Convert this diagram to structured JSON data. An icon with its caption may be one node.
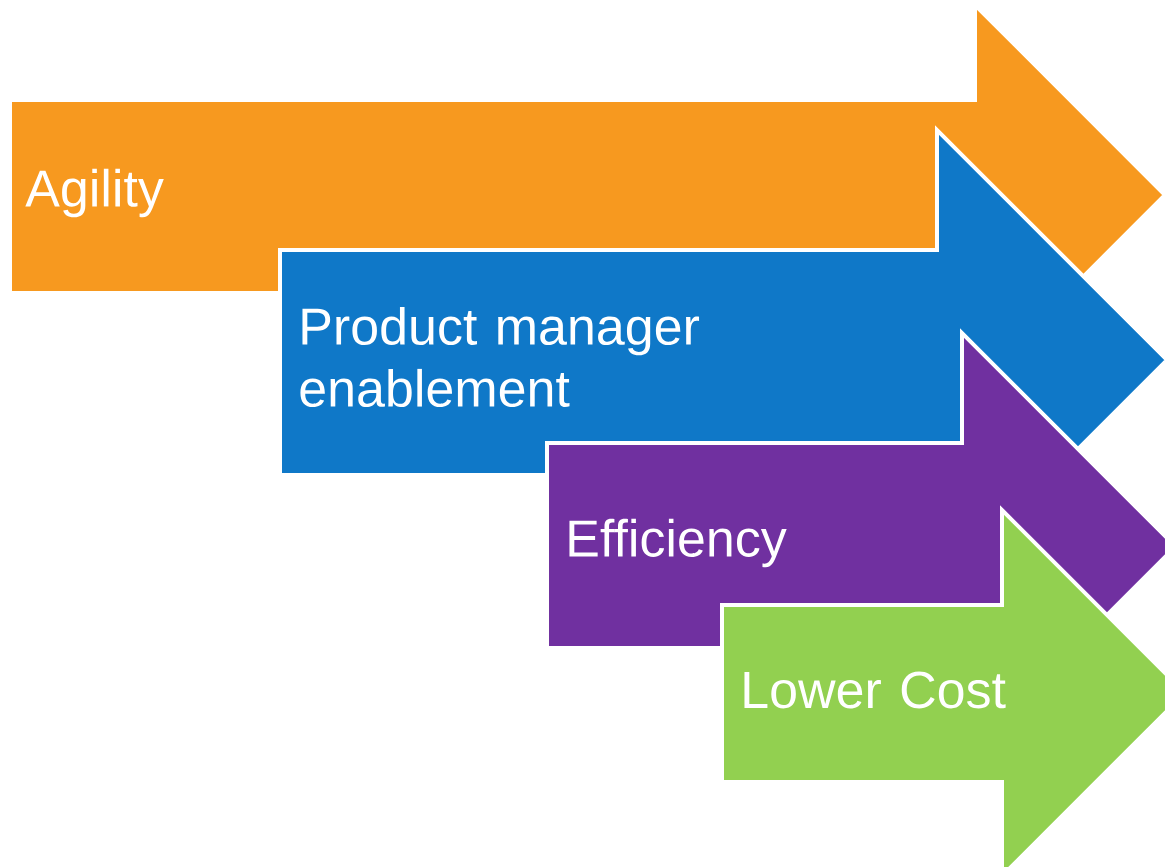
{
  "diagram": {
    "nodes": [
      {
        "text": [
          "Agility"
        ]
      },
      {
        "text": [
          "Product manager enablement"
        ]
      },
      {
        "text": [
          "Efficiency"
        ]
      },
      {
        "text": [
          "Lower Cost"
        ]
      }
    ]
  }
}
